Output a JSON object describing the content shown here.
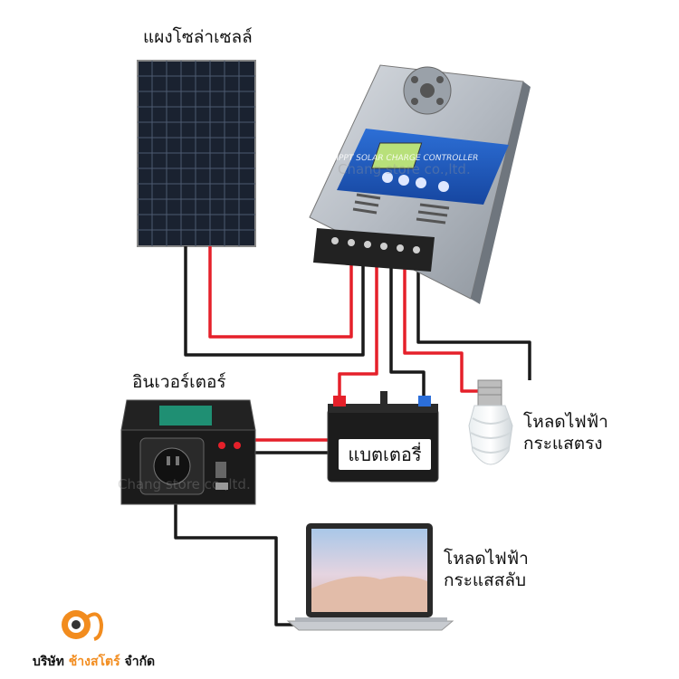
{
  "labels": {
    "solar_panel": "แผงโซล่าเซลล์",
    "inverter": "อินเวอร์เตอร์",
    "battery": "แบตเตอรี่",
    "dc_load_line1": "โหลดไฟฟ้า",
    "dc_load_line2": "กระแสตรง",
    "ac_load_line1": "โหลดไฟฟ้า",
    "ac_load_line2": "กระแสสลับ"
  },
  "controller": {
    "title": "MPPT SOLAR CHARGE CONTROLLER"
  },
  "watermark": "Chang store co.,ltd.",
  "footer": {
    "prefix": "บริษัท",
    "brand": "ช้างสโตร์",
    "suffix": "จำกัด"
  },
  "colors": {
    "wire_positive": "#e5202a",
    "wire_negative": "#1a1a1a",
    "brand_accent": "#f28c1e"
  }
}
